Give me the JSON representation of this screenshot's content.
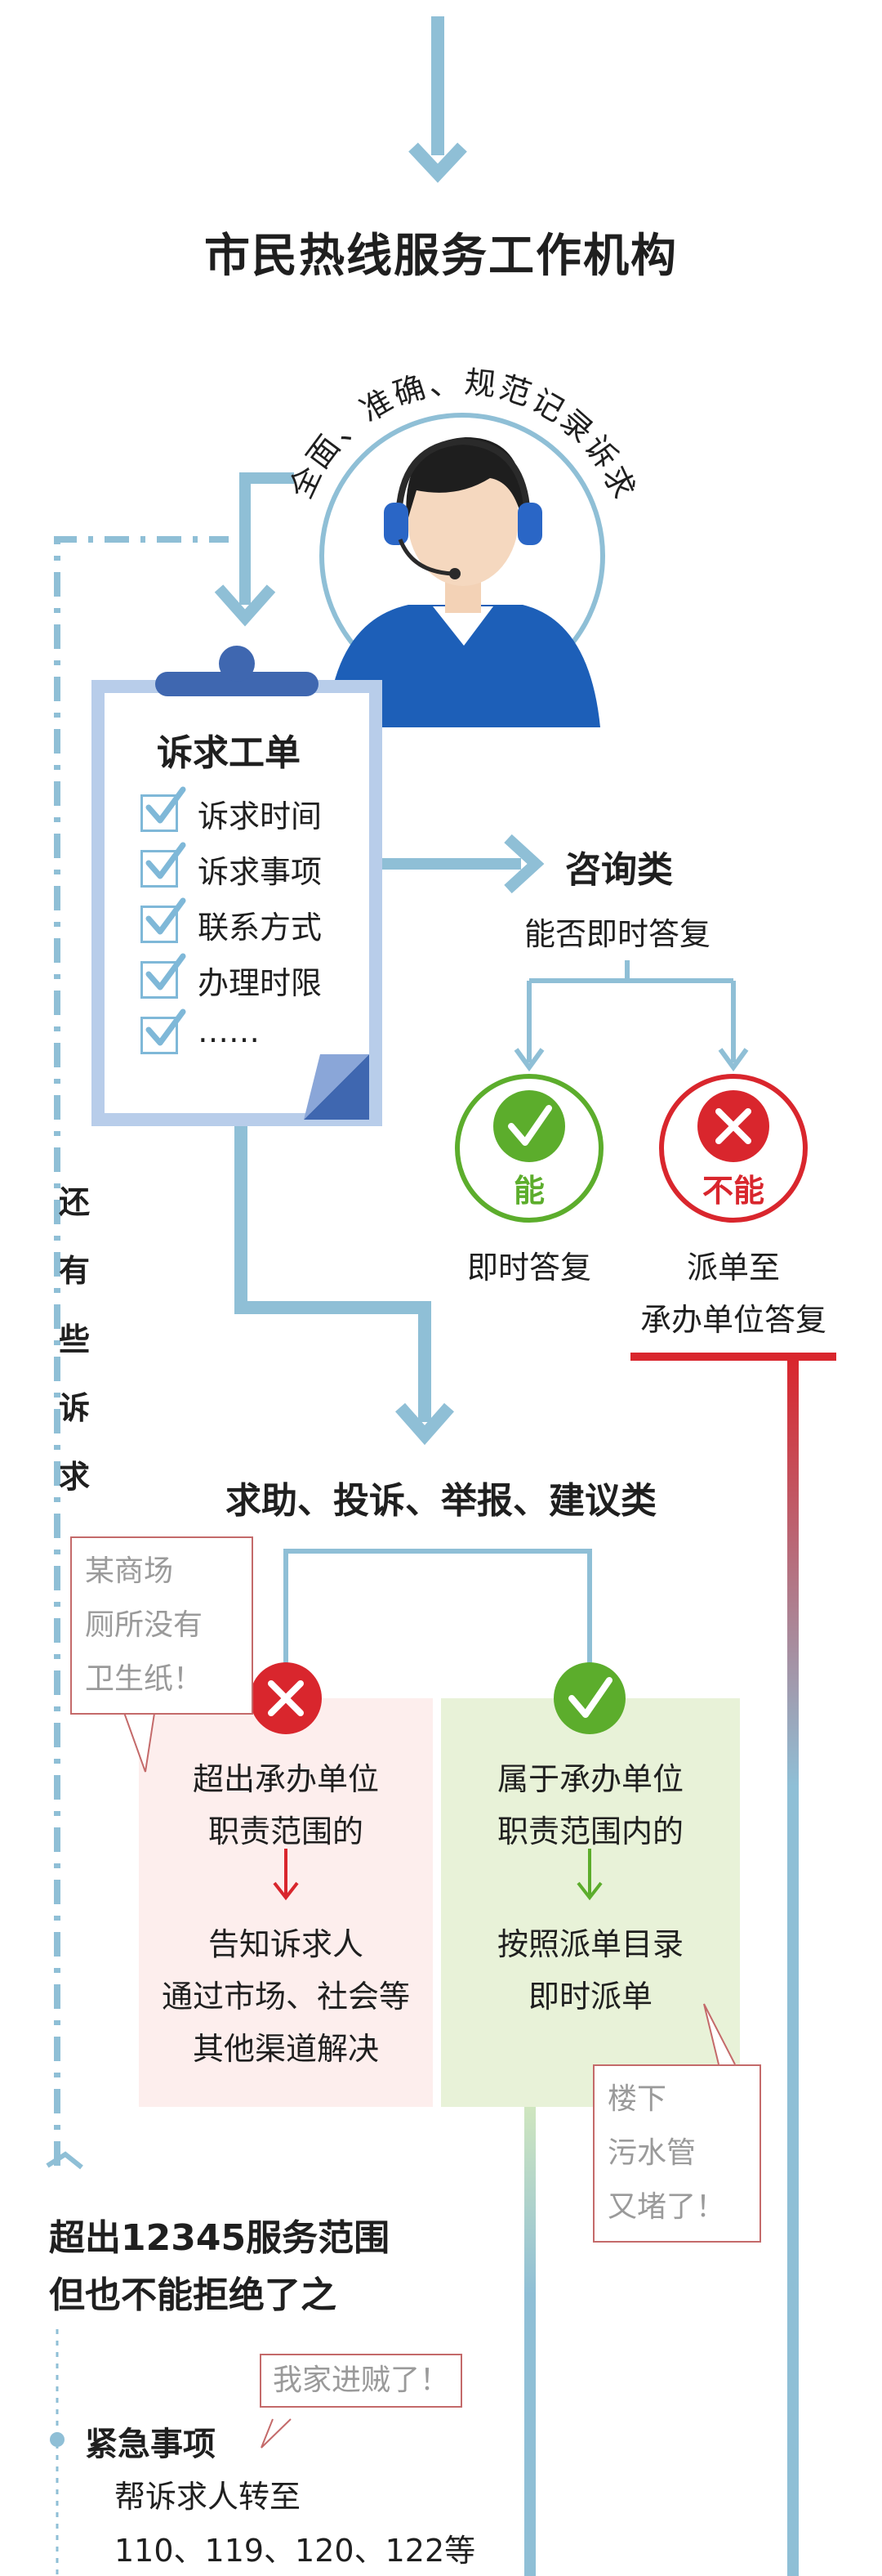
{
  "org_title": "市民热线服务工作机构",
  "arc_text": "全面、准确、规范记录诉求",
  "ticket": {
    "title": "诉求工单",
    "items": [
      "诉求时间",
      "诉求事项",
      "联系方式",
      "办理时限",
      "……"
    ]
  },
  "consult": {
    "title": "咨询类",
    "question": "能否即时答复",
    "yes_badge": "能",
    "yes_text": "即时答复",
    "no_badge": "不能",
    "no_text_line1": "派单至",
    "no_text_line2": "承办单位答复"
  },
  "side_label": [
    "还",
    "有",
    "些",
    "诉",
    "求"
  ],
  "help_title": "求助、投诉、举报、建议类",
  "note_left": [
    "某商场",
    "厕所没有",
    "卫生纸！"
  ],
  "left_box": {
    "line1": "超出承办单位",
    "line2": "职责范围的",
    "line3": "告知诉求人",
    "line4": "通过市场、社会等",
    "line5": "其他渠道解决"
  },
  "right_box": {
    "line1": "属于承办单位",
    "line2": "职责范围内的",
    "line3": "按照派单目录",
    "line4": "即时派单"
  },
  "note_right": [
    "楼下",
    "污水管",
    "又堵了！"
  ],
  "beyond": {
    "line1": "超出12345服务范围",
    "line2": "但也不能拒绝了之"
  },
  "note_bottom": "我家进贼了！",
  "emergency": {
    "title": "紧急事项",
    "line1": "帮诉求人转至",
    "line2": "110、119、120、122等"
  },
  "colors": {
    "blue_line": "#8fbfd6",
    "green": "#5cad2c",
    "red": "#d9262d",
    "ticket_blue": "#3f67b0",
    "pink_box": "#fdeeed",
    "green_box": "#e8f2d8"
  }
}
